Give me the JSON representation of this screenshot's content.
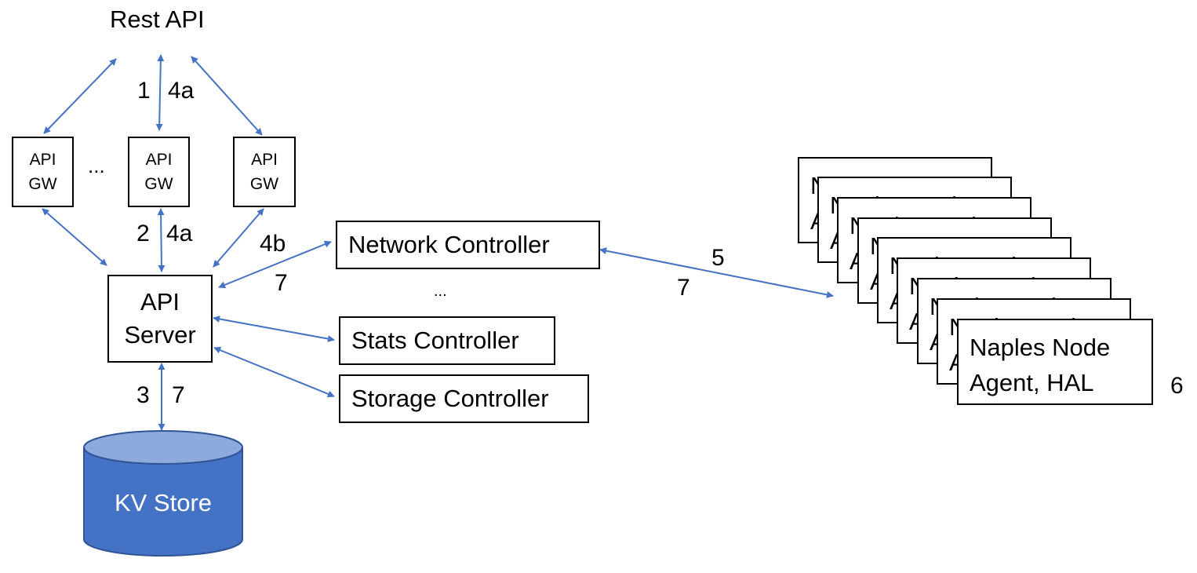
{
  "rest_api": "Rest API",
  "api_gw": {
    "line1": "API",
    "line2": "GW"
  },
  "gw_ellipsis": "...",
  "api_server": {
    "line1": "API",
    "line2": "Server"
  },
  "kv_store": "KV Store",
  "controllers": {
    "network": "Network Controller",
    "stats": "Stats Controller",
    "storage": "Storage Controller",
    "ellipsis": "..."
  },
  "naples_node": {
    "line1": "Naples Node",
    "line2": "Agent, HAL",
    "stack_count": 9
  },
  "step_labels": {
    "s1": "1",
    "s4a_top": "4a",
    "s2": "2",
    "s4a_mid": "4a",
    "s4b": "4b",
    "s7_net": "7",
    "s3": "3",
    "s7_kv": "7",
    "s5": "5",
    "s7_naples": "7",
    "s6": "6"
  },
  "colors": {
    "arrow": "#4472C4",
    "cylinder_body": "#4472C4",
    "cylinder_top": "#8EA9DB",
    "cylinder_text": "#ffffff"
  }
}
